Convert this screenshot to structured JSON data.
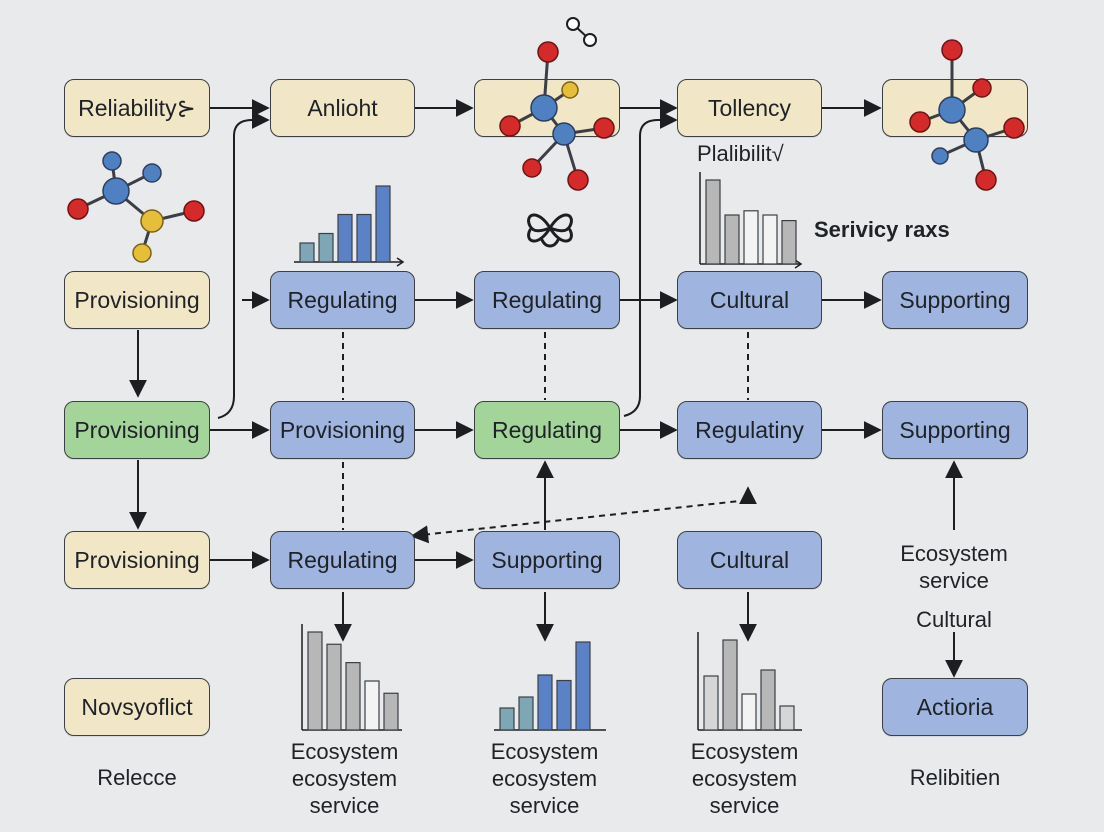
{
  "nodes": {
    "reliability": "Reliability⊱",
    "anlioht": "Anlioht",
    "tollency": "Tollency",
    "provisioning_1": "Provisioning",
    "regulating_1": "Regulating",
    "regulating_2": "Regulating",
    "cultural_1": "Cultural",
    "supporting_1": "Supporting",
    "provisioning_2": "Provisioning",
    "provisioning_3": "Provisioning",
    "regulating_3": "Regulating",
    "regulatiny": "Regulatiny",
    "supporting_2": "Supporting",
    "provisioning_4": "Provisioning",
    "regulating_4": "Regulating",
    "supporting_3": "Supporting",
    "cultural_2": "Cultural",
    "novsyoflict": "Novsyoflict",
    "actioria": "Actioria"
  },
  "labels": {
    "plalibility": "Plalibilit√",
    "serivicy_raxs": "Serivicy raxs",
    "ecosystem_service_right": "Ecosystem\nservice",
    "cultural_right": "Cultural",
    "ecosystem_1": "Ecosystem\necosystem\nservice",
    "ecosystem_2": "Ecosystem\necosystem\nservice",
    "ecosystem_3": "Ecosystem\necosystem\nservice",
    "relecce": "Relecce",
    "relibitien": "Relibitien"
  },
  "icons": {
    "molecule": "molecule-icon",
    "chain": "chain-link-icon",
    "clover": "knot-icon",
    "bar_chart": "bar-chart-icon"
  },
  "colors": {
    "beige_node": "#f1e6c6",
    "blue_node": "#9fb5e0",
    "green_node": "#a3d59a",
    "bar_blue": "#5b82c7",
    "bar_teal": "#7ea6b5",
    "bar_gray": "#b7b7b7",
    "bar_white": "#f3f3f3",
    "atom_red": "#d42a2a",
    "atom_blue": "#4f80c2",
    "atom_yellow": "#e5bf3a",
    "line": "#1c1e21"
  },
  "chart_data": [
    {
      "type": "bar",
      "values": [
        2,
        3,
        5,
        5,
        8
      ],
      "colors": [
        "#7ea6b5",
        "#7ea6b5",
        "#5b82c7",
        "#5b82c7",
        "#5b82c7"
      ]
    },
    {
      "type": "bar",
      "values": [
        6,
        3.5,
        3.8,
        3.5,
        3.1
      ],
      "colors": [
        "#b7b7b7",
        "#b7b7b7",
        "#f3f3f3",
        "#f3f3f3",
        "#b7b7b7"
      ]
    },
    {
      "type": "bar",
      "values": [
        8,
        7,
        5.5,
        4,
        3
      ],
      "colors": [
        "#b7b7b7",
        "#b7b7b7",
        "#b7b7b7",
        "#f3f3f3",
        "#b7b7b7"
      ]
    },
    {
      "type": "bar",
      "values": [
        2,
        3,
        5,
        4.5,
        8
      ],
      "colors": [
        "#7ea6b5",
        "#7ea6b5",
        "#5b82c7",
        "#5b82c7",
        "#5b82c7"
      ]
    },
    {
      "type": "bar",
      "values": [
        4.5,
        7.5,
        3,
        5,
        2
      ],
      "colors": [
        "#d6d6d6",
        "#b7b7b7",
        "#f3f3f3",
        "#b7b7b7",
        "#d6d6d6"
      ]
    }
  ]
}
